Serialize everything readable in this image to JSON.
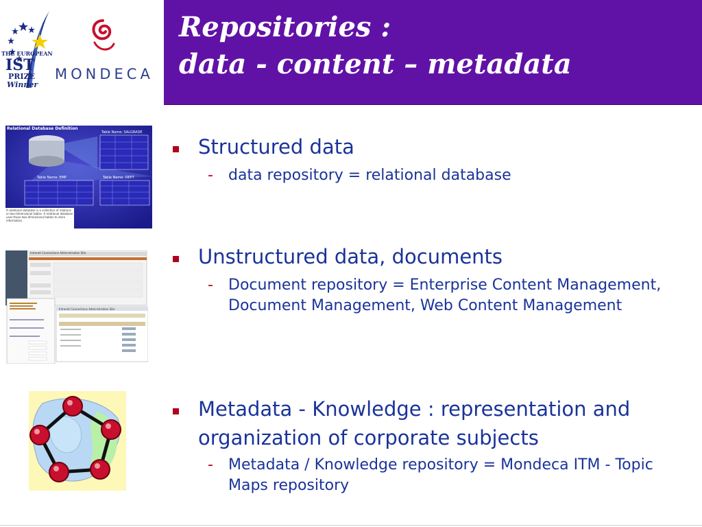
{
  "slide": {
    "title_line1": "Repositories  :",
    "title_line2": "data - content – metadata"
  },
  "logos": {
    "ist_prize_lines": [
      "THE EUROPEAN",
      "IST",
      "PRIZE",
      "Winner"
    ],
    "mondeca": "MONDECA"
  },
  "bullets": [
    {
      "text": "Structured data",
      "subs": [
        "data repository = relational database"
      ]
    },
    {
      "text": "Unstructured data, documents",
      "subs": [
        "Document repository = Enterprise Content Management, Document Management, Web Content Management"
      ]
    },
    {
      "text": "Metadata - Knowledge : representation and organization of corporate subjects",
      "subs": [
        "Metadata / Knowledge repository = Mondeca ITM - Topic Maps repository"
      ]
    }
  ],
  "sub_marker": "-",
  "thumbnails": {
    "relational_db": {
      "heading": "Relational Database Definition",
      "table_a": "Table Name: SALGRADE",
      "table_b": "Table Name: EMP",
      "table_c": "Table Name: DEPT",
      "caption": "A relational database is a collection of relations or two-dimensional tables. A relational database uses these two-dimensional tables to store information."
    },
    "cms": {
      "header1": "Intranet Connections Administration Site",
      "header2": "Intranet Connections Administration Site"
    }
  },
  "colors": {
    "title_band": "#6112a6",
    "title_text": "#ffffff",
    "body_text": "#1a3399",
    "bullet": "#b0001c"
  }
}
